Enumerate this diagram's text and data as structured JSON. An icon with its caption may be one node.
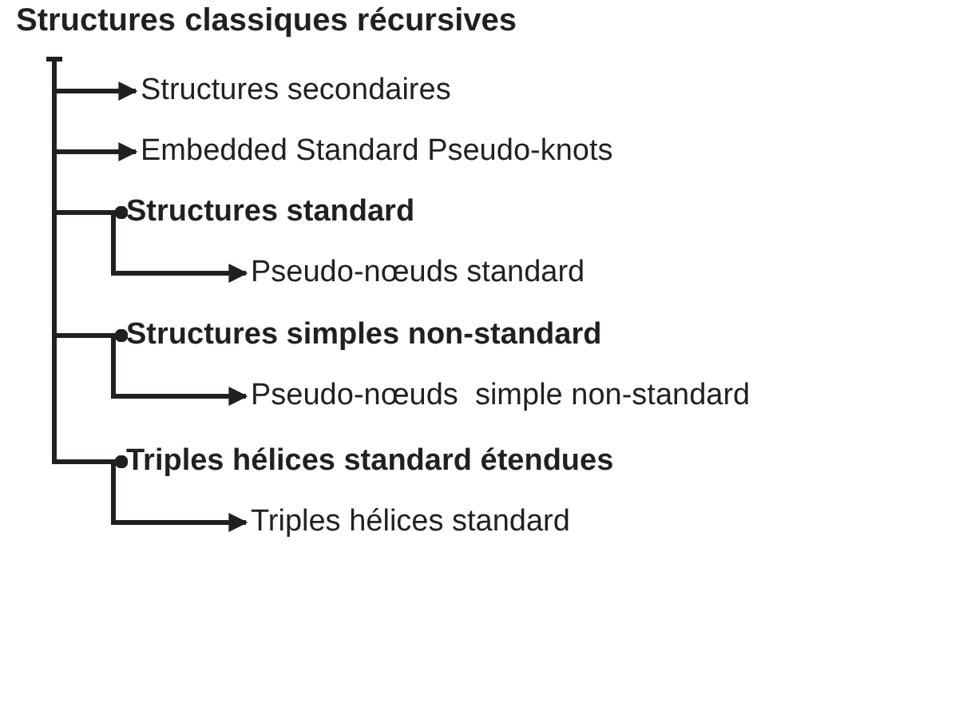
{
  "diagram": {
    "nodes": [
      {
        "text": [
          "Structures classiques récursives"
        ]
      },
      {
        "text": [
          "Structures secondaires"
        ]
      },
      {
        "text": [
          "Embedded Standard Pseudo-knots"
        ]
      },
      {
        "text": [
          "Structures standard"
        ]
      },
      {
        "text": [
          "Pseudo-nœuds standard"
        ]
      },
      {
        "text": [
          "Structures simples non-standard"
        ]
      },
      {
        "text": [
          "Pseudo-nœuds  simple non-standard"
        ]
      },
      {
        "text": [
          "Triples hélices standard étendues"
        ]
      },
      {
        "text": [
          "Triples hélices standard"
        ]
      }
    ],
    "edges": [
      {
        "from": 0,
        "to": 1,
        "arrow": "to"
      },
      {
        "from": 0,
        "to": 2,
        "arrow": "to"
      },
      {
        "from": 0,
        "to": 3,
        "arrow": "other"
      },
      {
        "from": 3,
        "to": 4,
        "arrow": "to"
      },
      {
        "from": 0,
        "to": 5,
        "arrow": "other"
      },
      {
        "from": 5,
        "to": 6,
        "arrow": "to"
      },
      {
        "from": 0,
        "to": 7,
        "arrow": "other"
      },
      {
        "from": 7,
        "to": 8,
        "arrow": "to"
      }
    ]
  }
}
